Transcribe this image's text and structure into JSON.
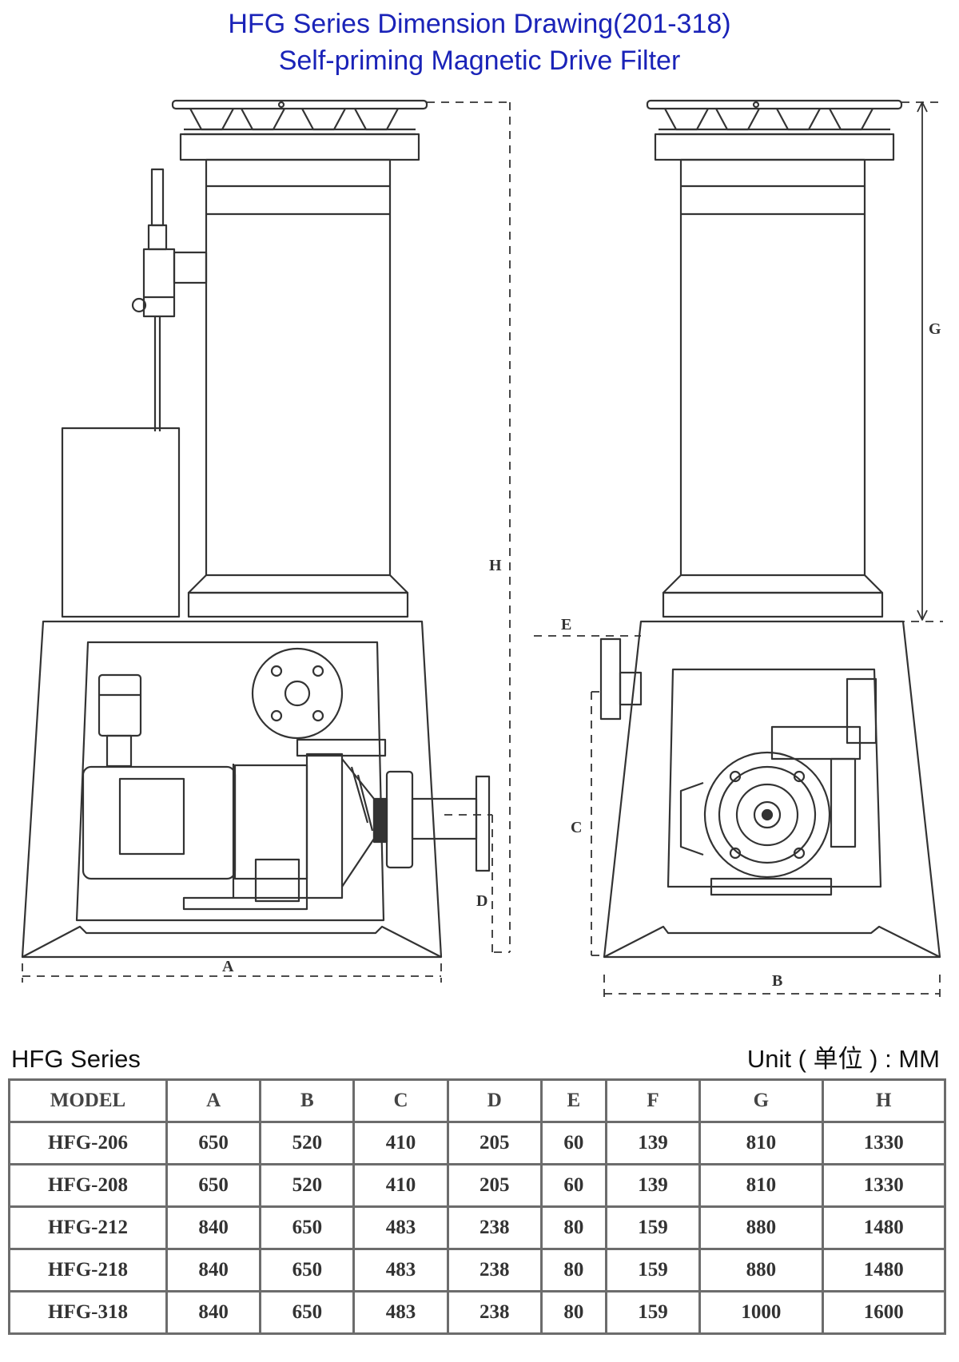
{
  "header": {
    "title": "HFG Series Dimension Drawing(201-318)",
    "subtitle": "Self-priming Magnetic Drive Filter"
  },
  "drawing": {
    "labels": {
      "H": "H",
      "G": "G",
      "A": "A",
      "B": "B",
      "C": "C",
      "D": "D",
      "E": "E"
    }
  },
  "table": {
    "series_label": "HFG Series",
    "unit_label": "Unit ( 单位 ) : MM",
    "columns": [
      "MODEL",
      "A",
      "B",
      "C",
      "D",
      "E",
      "F",
      "G",
      "H"
    ],
    "rows": [
      [
        "HFG-206",
        "650",
        "520",
        "410",
        "205",
        "60",
        "139",
        "810",
        "1330"
      ],
      [
        "HFG-208",
        "650",
        "520",
        "410",
        "205",
        "60",
        "139",
        "810",
        "1330"
      ],
      [
        "HFG-212",
        "840",
        "650",
        "483",
        "238",
        "80",
        "159",
        "880",
        "1480"
      ],
      [
        "HFG-218",
        "840",
        "650",
        "483",
        "238",
        "80",
        "159",
        "880",
        "1480"
      ],
      [
        "HFG-318",
        "840",
        "650",
        "483",
        "238",
        "80",
        "159",
        "1000",
        "1600"
      ]
    ]
  }
}
